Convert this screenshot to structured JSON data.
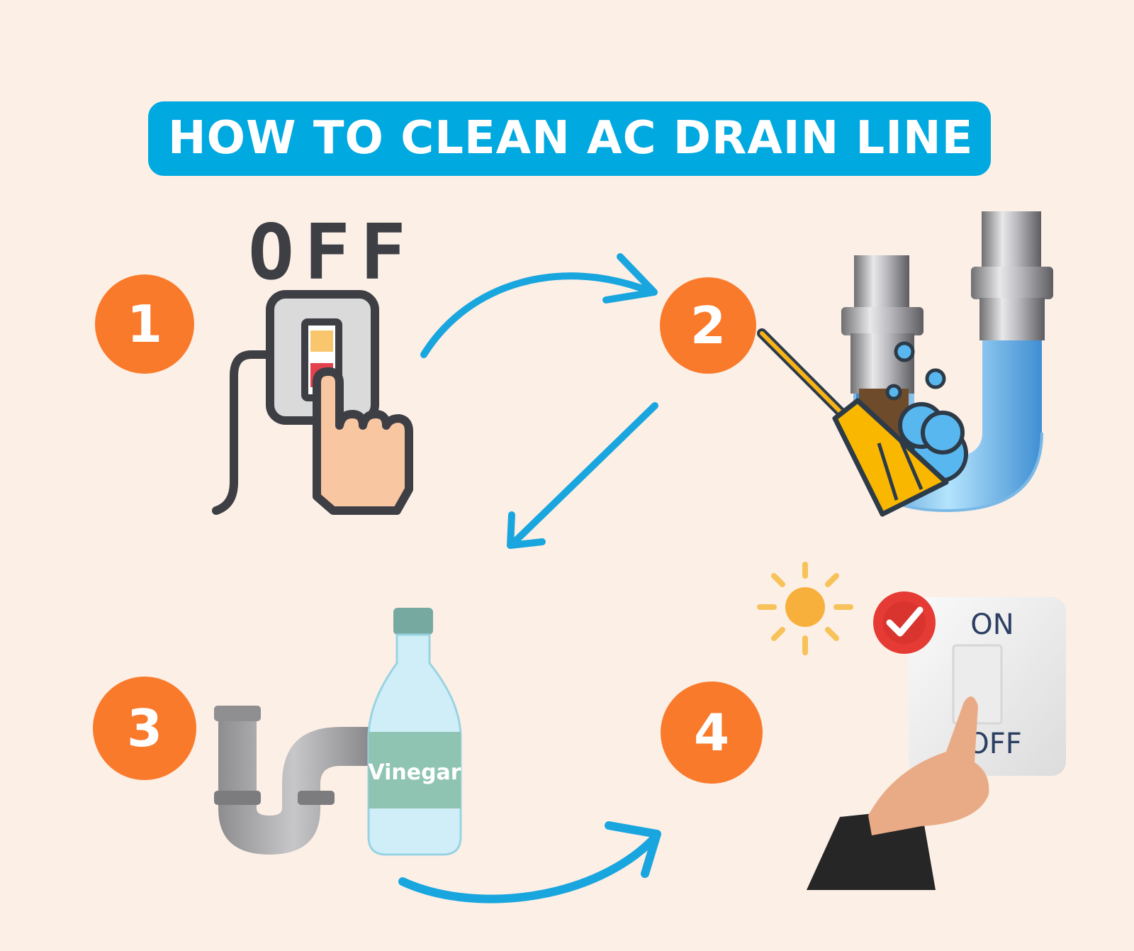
{
  "title": "HOW TO CLEAN AC DRAIN LINE",
  "colors": {
    "background": "#fcefe6",
    "banner": "#00a9e0",
    "step_circle": "#fa7a2c",
    "arrow": "#19a6df"
  },
  "steps": [
    {
      "number": "1",
      "icon": "power-off-switch-icon",
      "label": "OFF"
    },
    {
      "number": "2",
      "icon": "pipe-cleaning-brush-icon"
    },
    {
      "number": "3",
      "icon": "vinegar-bottle-pipe-icon",
      "label": "Vinegar"
    },
    {
      "number": "4",
      "icon": "power-on-switch-icon",
      "labels": [
        "ON",
        "OFF"
      ]
    }
  ]
}
